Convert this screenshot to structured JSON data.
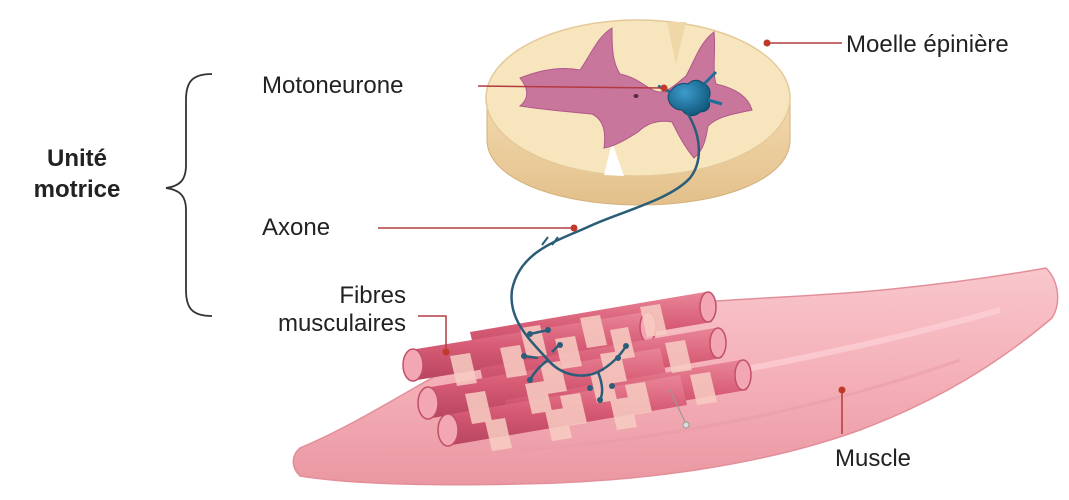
{
  "diagram": {
    "group_label": {
      "line1": "Unité",
      "line2": "motrice"
    },
    "labels": {
      "spinal_cord": "Moelle épinière",
      "motor_neuron": "Motoneurone",
      "axon": "Axone",
      "muscle_fibers_line1": "Fibres",
      "muscle_fibers_line2": "musculaires",
      "muscle": "Muscle"
    },
    "colors": {
      "gray_matter": "#c9769d",
      "white_matter": "#f7e5bd",
      "neuron": "#1b6f98",
      "axon": "#2b5d78",
      "fiber_red": "#d85f79",
      "fiber_light": "#f7c8bd",
      "muscle": "#f5b6bd",
      "leader": "#b23b3f"
    }
  }
}
